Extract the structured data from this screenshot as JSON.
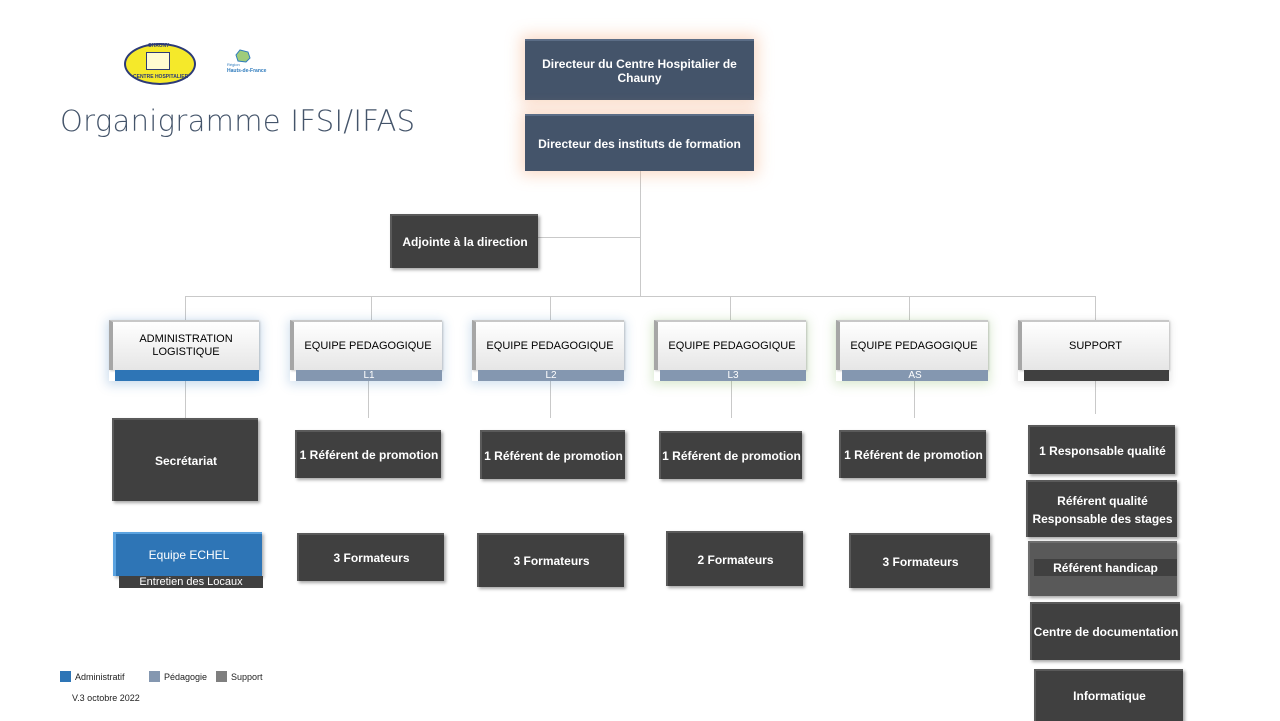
{
  "title": "Organigramme IFSI/IFAS",
  "logos": {
    "chauny_top": "CHAUNY",
    "chauny_bottom": "CENTRE HOSPITALIER",
    "region_small": "Région",
    "region_name": "Hauts-de-France"
  },
  "top": {
    "directeur_ch": "Directeur du Centre Hospitalier de Chauny",
    "directeur_instituts": "Directeur des instituts de formation",
    "adjointe": "Adjointe à la direction"
  },
  "columns": [
    {
      "head": "ADMINISTRATION LOGISTIQUE",
      "tag": ""
    },
    {
      "head": "EQUIPE PEDAGOGIQUE",
      "tag": "L1"
    },
    {
      "head": "EQUIPE PEDAGOGIQUE",
      "tag": "L2"
    },
    {
      "head": "EQUIPE PEDAGOGIQUE",
      "tag": "L3"
    },
    {
      "head": "EQUIPE PEDAGOGIQUE",
      "tag": "AS"
    },
    {
      "head": "SUPPORT",
      "tag": ""
    }
  ],
  "admin": {
    "secretariat": "Secrétariat",
    "echel": "Equipe ECHEL",
    "entretien": "Entretien des Locaux"
  },
  "referents": [
    "1 Référent de promotion",
    "1 Référent de promotion",
    "1 Référent de promotion",
    "1 Référent de promotion"
  ],
  "formateurs": [
    "3  Formateurs",
    "3 Formateurs",
    "2 Formateurs",
    "3 Formateurs"
  ],
  "support": {
    "qualite": "1 Responsable qualité",
    "ref_qualite_1": "Référent qualité",
    "ref_qualite_2": "Responsable des stages",
    "handicap": "Référent handicap",
    "documentation": "Centre de documentation",
    "informatique": "Informatique"
  },
  "legend": [
    {
      "label": "Administratif",
      "color": "#2e75b6"
    },
    {
      "label": "Pédagogie",
      "color": "#8497b0"
    },
    {
      "label": "Support",
      "color": "#7f7f7f"
    }
  ],
  "version": "V.3 octobre 2022"
}
